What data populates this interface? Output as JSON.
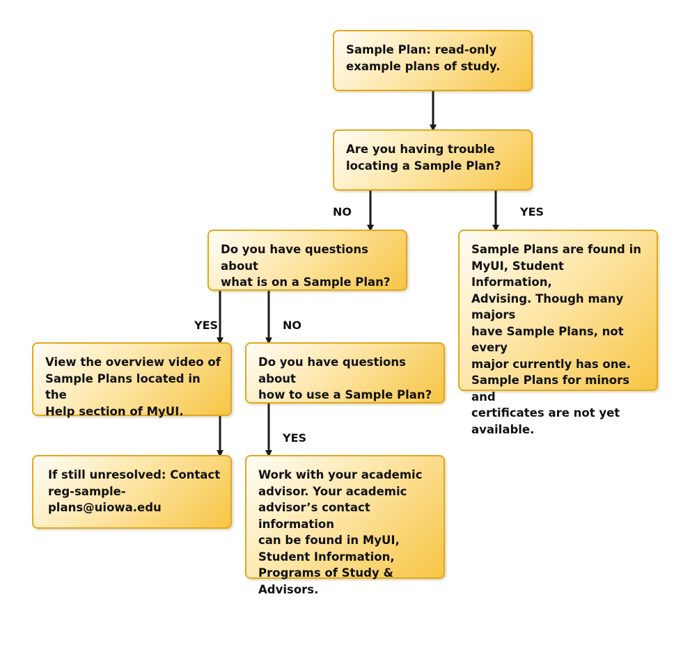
{
  "diagram": {
    "nodes": {
      "sample_plan": "Sample Plan: read-only\nexample plans of study.",
      "trouble_locating": "Are you having trouble\nlocating a Sample Plan?",
      "questions_what": "Do you have questions about\nwhat is on a Sample Plan?",
      "found_in_myui": "Sample Plans are found in\nMyUI, Student Information,\nAdvising.  Though many majors\nhave Sample Plans, not every\nmajor currently has one.\nSample Plans for minors and\ncertificates are not yet\navailable.",
      "overview_video": "View the overview video of\nSample Plans located in the\nHelp section of MyUI.",
      "questions_how": "Do you have questions about\nhow to use a Sample Plan?",
      "contact_email": "If still unresolved: Contact\nreg-sample-plans@uiowa.edu",
      "academic_advisor": "Work with your academic\nadvisor. Your academic\nadvisor’s contact information\ncan be found in MyUI,\nStudent Information,\nPrograms of Study & Advisors."
    },
    "edge_labels": {
      "trouble_no": "NO",
      "trouble_yes": "YES",
      "what_yes": "YES",
      "what_no": "NO",
      "how_yes": "YES"
    },
    "colors": {
      "box_border": "#e0a81c",
      "box_fill_light": "#fffdf6",
      "box_fill_dark": "#f7c545",
      "arrow": "#1a1a1a"
    }
  }
}
